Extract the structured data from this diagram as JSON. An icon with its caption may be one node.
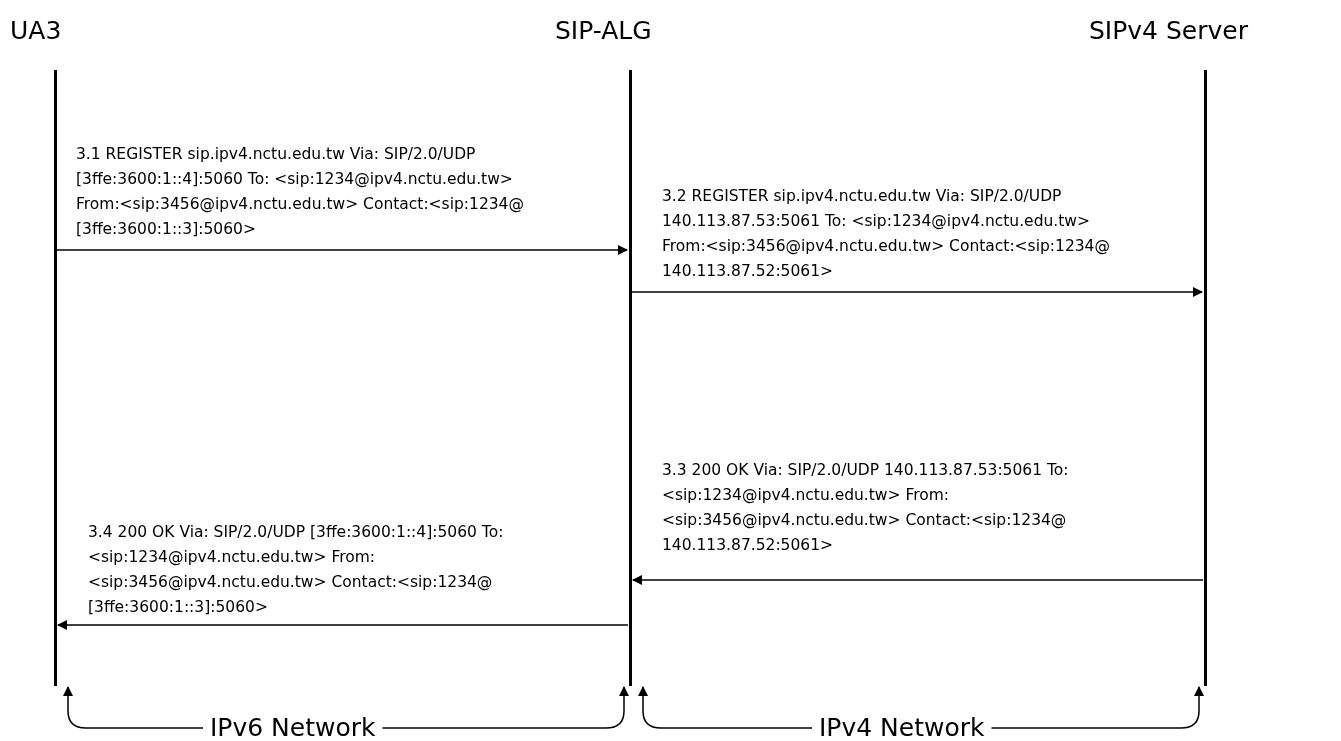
{
  "diagram": {
    "nodes": [
      {
        "text": [
          "UA3"
        ]
      },
      {
        "text": [
          "SIP-ALG"
        ]
      },
      {
        "text": [
          "SIPv4 Server"
        ]
      },
      {
        "text": [
          "IPv6 Network"
        ]
      },
      {
        "text": [
          "IPv4 Network"
        ]
      }
    ],
    "edges": [
      {
        "from": 0,
        "to": 1,
        "arrow": "to",
        "label": "3.1 REGISTER sip.ipv4.nctu.edu.tw Via: SIP/2.0/UDP [3ffe:3600:1::4]:5060 To: <sip:1234@ipv4.nctu.edu.tw> From:<sip:3456@ipv4.nctu.edu.tw> Contact:<sip:1234@ [3ffe:3600:1::3]:5060>"
      },
      {
        "from": 1,
        "to": 2,
        "arrow": "to",
        "label": "3.2 REGISTER sip.ipv4.nctu.edu.tw Via: SIP/2.0/UDP 140.113.87.53:5061 To: <sip:1234@ipv4.nctu.edu.tw> From:<sip:3456@ipv4.nctu.edu.tw> Contact:<sip:1234@ 140.113.87.52:5061>"
      },
      {
        "from": 2,
        "to": 1,
        "arrow": "to",
        "label": "3.3 200 OK Via: SIP/2.0/UDP 140.113.87.53:5061 To: <sip:1234@ipv4.nctu.edu.tw> From:<sip:3456@ipv4.nctu.edu.tw> Contact:<sip:1234@ 140.113.87.52:5061>"
      },
      {
        "from": 1,
        "to": 0,
        "arrow": "to",
        "label": "3.4 200 OK Via: SIP/2.0/UDP [3ffe:3600:1::4]:5060 To: <sip:1234@ipv4.nctu.edu.tw> From:<sip:3456@ipv4.nctu.edu.tw> Contact:<sip:1234@ [3ffe:3600:1::3]:5060>"
      },
      {
        "from": 3,
        "to": 0,
        "arrow": "to"
      },
      {
        "from": 3,
        "to": 1,
        "arrow": "to"
      },
      {
        "from": 4,
        "to": 1,
        "arrow": "to"
      },
      {
        "from": 4,
        "to": 2,
        "arrow": "to"
      }
    ]
  }
}
